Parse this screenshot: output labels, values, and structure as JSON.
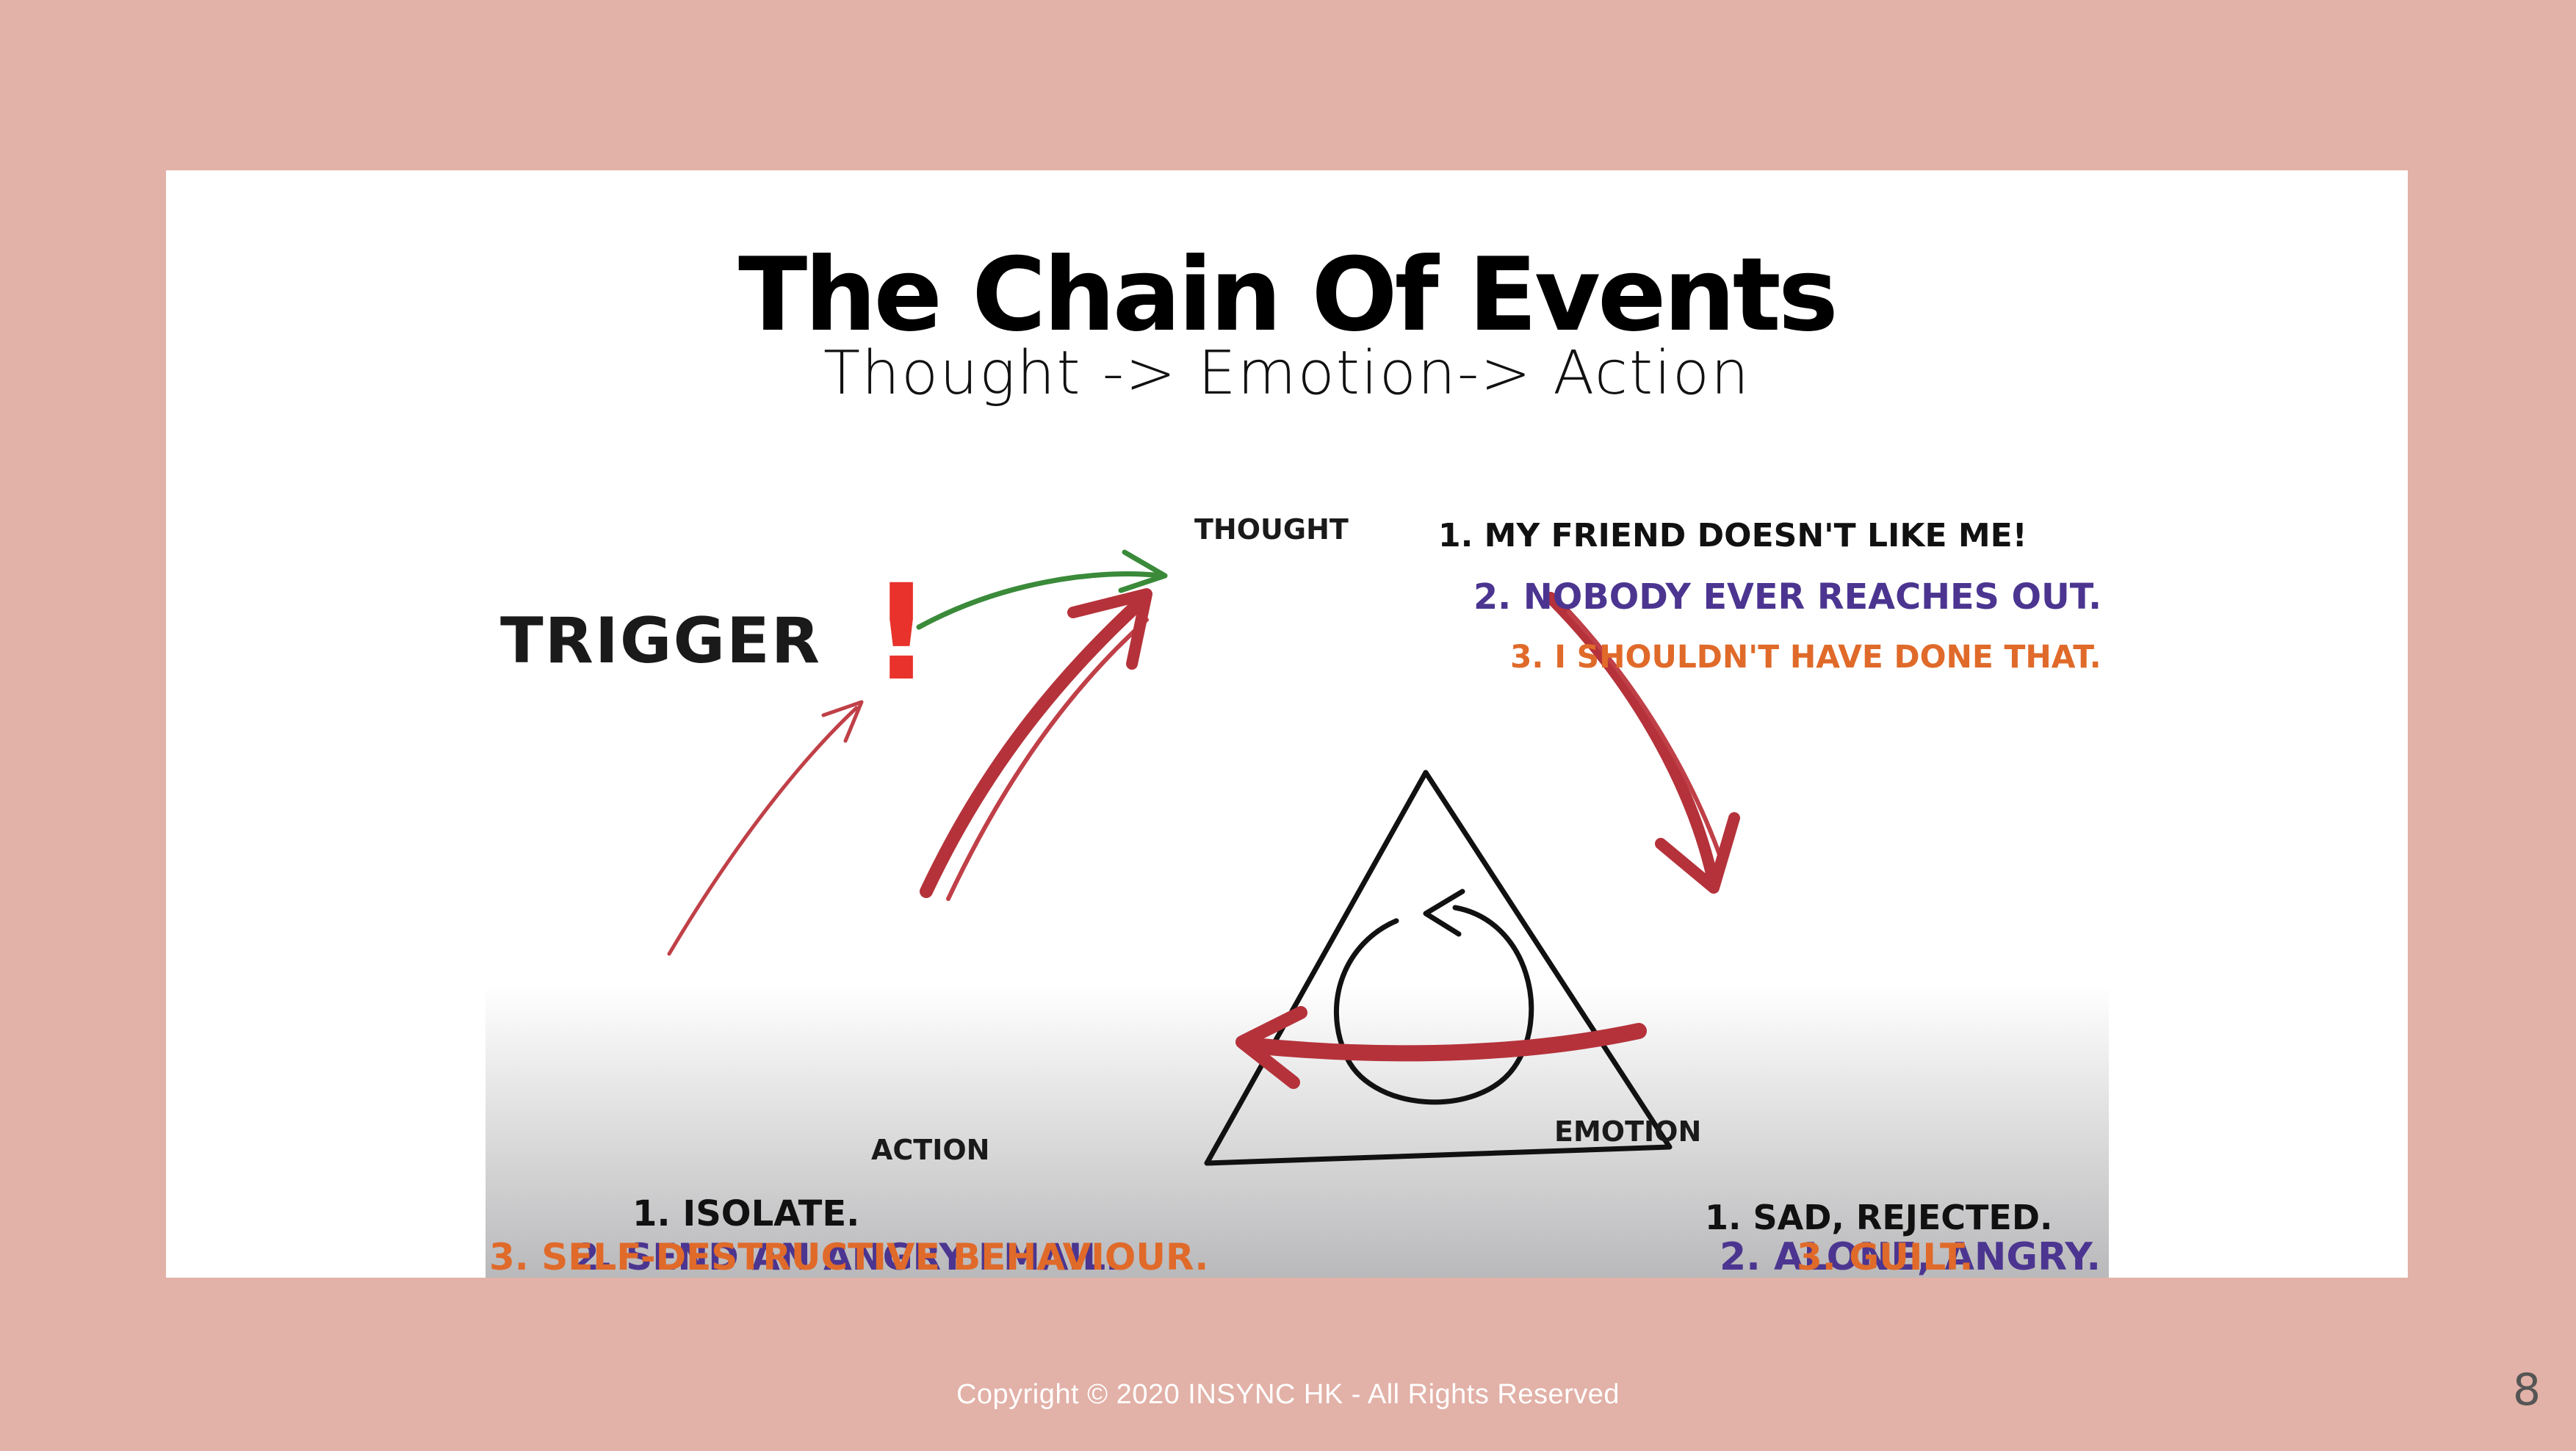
{
  "slide": {
    "title": "The Chain Of Events",
    "subtitle": "Thought -> Emotion-> Action",
    "footer": "Copyright © 2020 INSYNC HK - All Rights Reserved",
    "page_number": "8"
  },
  "diagram": {
    "trigger_label": "TRIGGER",
    "exclamation": "!",
    "thought_label": "THOUGHT",
    "emotion_label": "EMOTION",
    "action_label": "ACTION",
    "thoughts": [
      "1. MY FRIEND DOESN'T LIKE ME!",
      "2. NOBODY EVER REACHES OUT.",
      "3. I SHOULDN'T HAVE DONE THAT."
    ],
    "emotions": [
      "1. SAD, REJECTED.",
      "2. ALONE, ANGRY.",
      "3. GUILT."
    ],
    "actions": [
      "1. ISOLATE.",
      "2. SEND AN ANGRY EMAIL.",
      "3. SELF-DESTRUCTIVE BEHAVIOUR."
    ]
  },
  "colors": {
    "background": "#e2b1a7",
    "card": "#ffffff",
    "line1": "#111111",
    "line2": "#4b3590",
    "line3": "#e06a2a",
    "arrow_red": "#b5323a",
    "arrow_green": "#3a8a3a",
    "exclamation": "#e8322b"
  }
}
